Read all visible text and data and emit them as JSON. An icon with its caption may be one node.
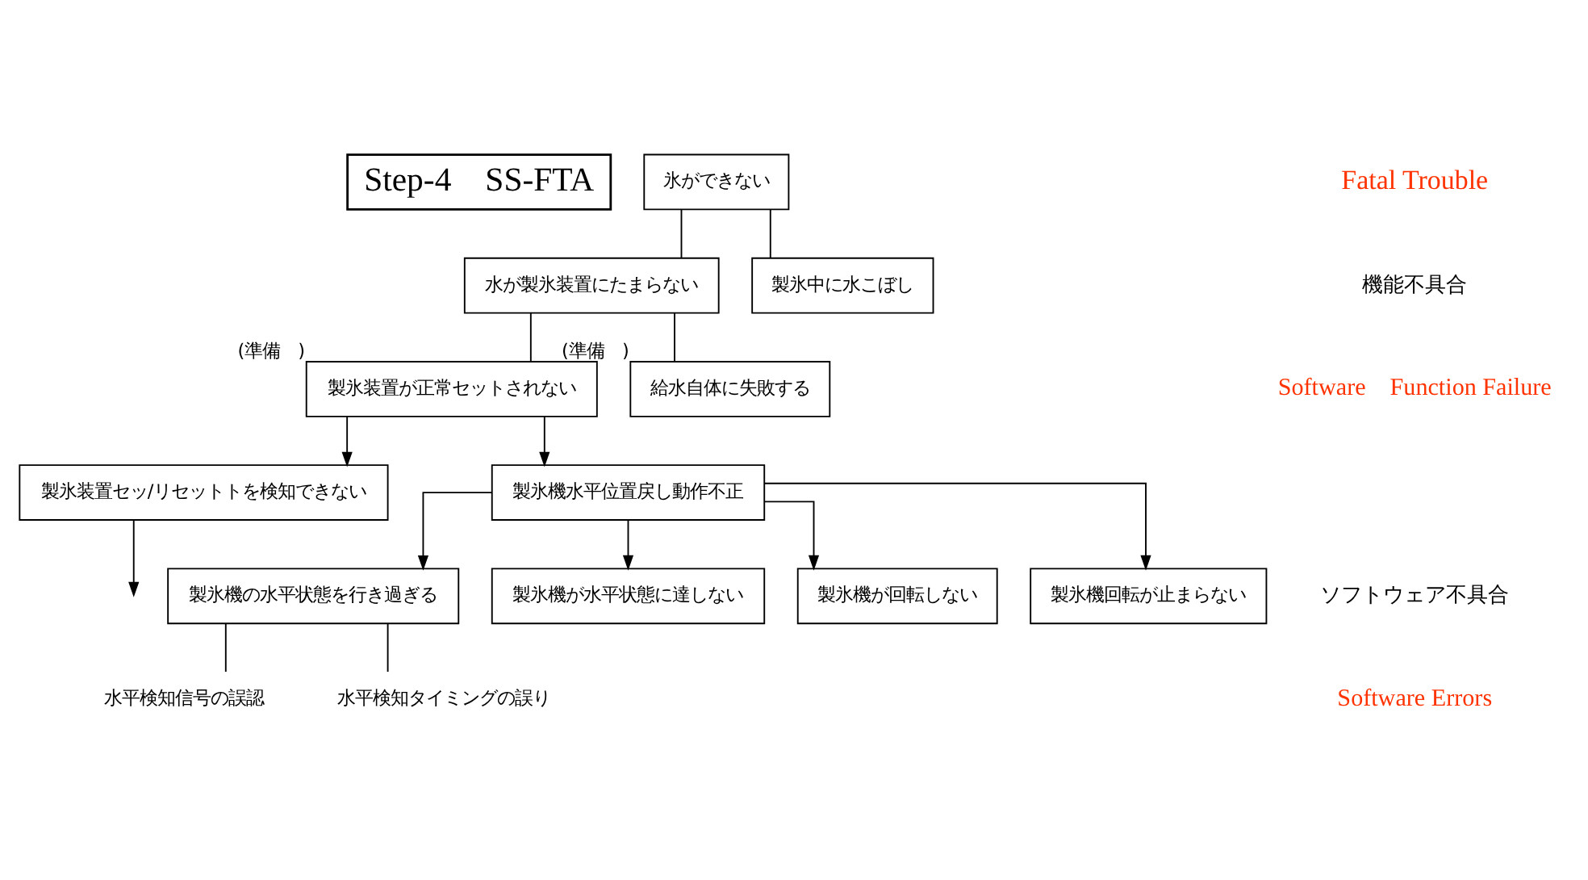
{
  "diagram": {
    "nodes": [
      {
        "text": [
          "Step-4　SS-FTA"
        ]
      },
      {
        "text": [
          "氷ができない"
        ]
      },
      {
        "text": [
          "水が製氷装置にたまらない"
        ]
      },
      {
        "text": [
          "製氷中に水こぼし"
        ]
      },
      {
        "text": [
          "製氷装置が正常セットされない"
        ],
        "beside": [
          "(準備　)"
        ]
      },
      {
        "text": [
          "給水自体に失敗する"
        ],
        "beside": [
          "(準備　)"
        ]
      },
      {
        "text": [
          "製氷装置セッ/リセットトを検知できない"
        ]
      },
      {
        "text": [
          "製氷機水平位置戻し動作不正"
        ]
      },
      {
        "text": [
          "製氷機の水平状態を行き過ぎる"
        ]
      },
      {
        "text": [
          "製氷機が水平状態に達しない"
        ]
      },
      {
        "text": [
          "製氷機が回転しない"
        ]
      },
      {
        "text": [
          "製氷機回転が止まらない"
        ]
      },
      {
        "text": [
          "水平検知信号の誤認"
        ]
      },
      {
        "text": [
          "水平検知タイミングの誤り"
        ]
      }
    ],
    "edges": [
      {
        "from": 1,
        "to": 2,
        "arrow": "none"
      },
      {
        "from": 1,
        "to": 3,
        "arrow": "none"
      },
      {
        "from": 2,
        "to": 4,
        "arrow": "none"
      },
      {
        "from": 2,
        "to": 5,
        "arrow": "none"
      },
      {
        "from": 4,
        "to": 6,
        "arrow": "to"
      },
      {
        "from": 4,
        "to": 7,
        "arrow": "to"
      },
      {
        "from": 6,
        "to": null,
        "arrow": "to"
      },
      {
        "from": 7,
        "to": 8,
        "arrow": "to"
      },
      {
        "from": 7,
        "to": 9,
        "arrow": "to"
      },
      {
        "from": 7,
        "to": 10,
        "arrow": "to"
      },
      {
        "from": 7,
        "to": 11,
        "arrow": "to"
      },
      {
        "from": 8,
        "to": 12,
        "arrow": "none"
      },
      {
        "from": 8,
        "to": 13,
        "arrow": "none"
      }
    ],
    "labels": [
      "Fatal Trouble",
      "機能不具合",
      "Software　Function Failure",
      "ソフトウェア不具合",
      "Software Errors"
    ]
  }
}
